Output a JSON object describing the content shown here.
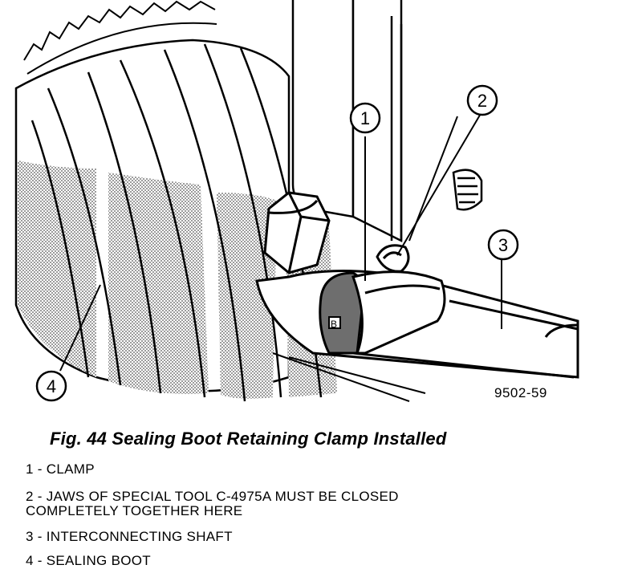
{
  "figure": {
    "callouts": [
      "1",
      "2",
      "3",
      "4"
    ],
    "id_label": "9502-59",
    "caption": "Fig. 44 Sealing Boot Retaining Clamp Installed"
  },
  "legend": [
    "1 - CLAMP",
    "2 - JAWS OF SPECIAL TOOL C-4975A MUST BE CLOSED",
    "COMPLETELY TOGETHER HERE",
    "3 - INTERCONNECTING SHAFT",
    "4 - SEALING BOOT"
  ],
  "colors": {
    "ink": "#000000",
    "paper": "#ffffff",
    "shade": "#9a9a9a"
  }
}
